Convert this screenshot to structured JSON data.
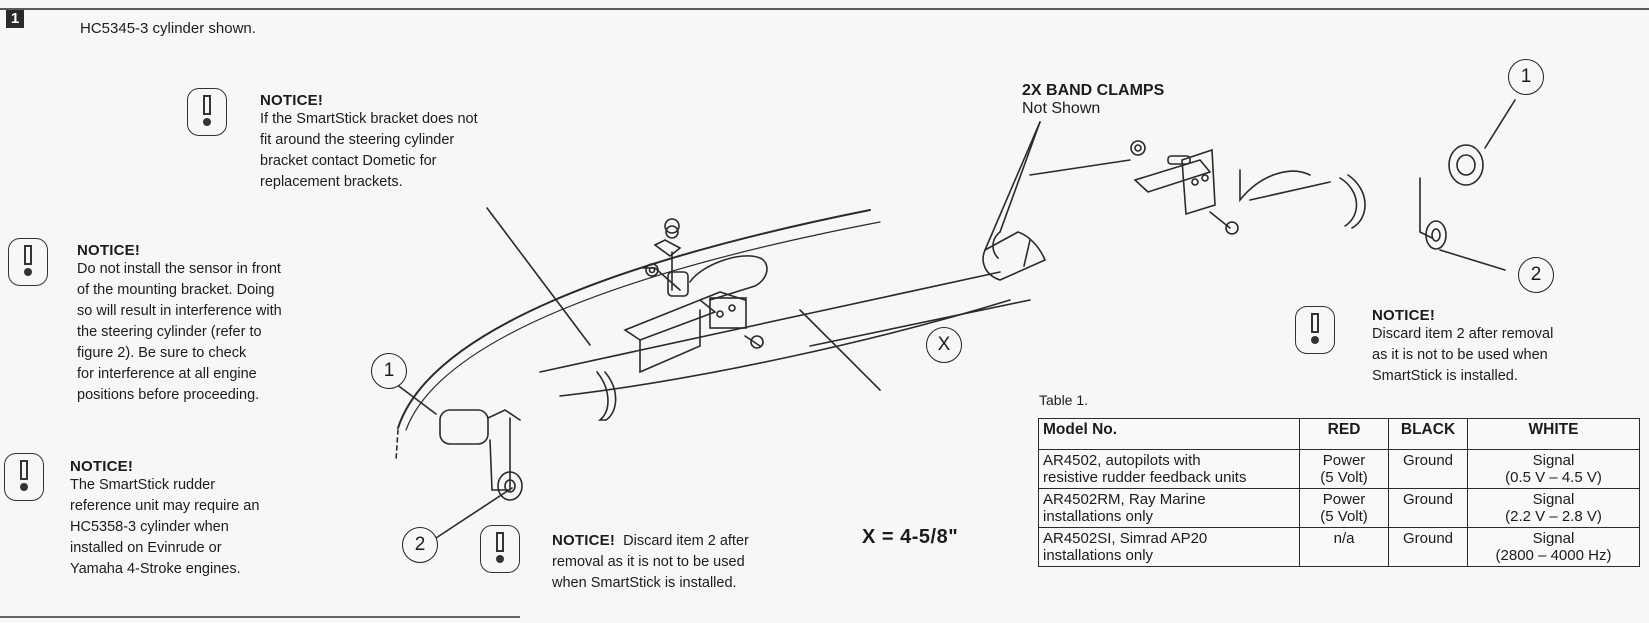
{
  "step": {
    "number": "1"
  },
  "caption": "HC5345-3 cylinder shown.",
  "notices": {
    "bracket": {
      "title": "NOTICE!",
      "lines": [
        "If the SmartStick bracket does not",
        "fit around the steering cylinder",
        "bracket contact Dometic for",
        "replacement brackets."
      ]
    },
    "sensor": {
      "title": "NOTICE!",
      "lines": [
        "Do not install the sensor in front",
        "of the mounting bracket. Doing",
        "so will result in interference with",
        "the steering cylinder (refer to",
        "figure 2).  Be sure to check",
        "for interference at all engine",
        "positions before proceeding."
      ]
    },
    "rudder": {
      "title": "NOTICE!",
      "lines": [
        "The SmartStick rudder",
        "reference unit may require an",
        "HC5358-3 cylinder when",
        "installed on Evinrude or",
        "Yamaha 4-Stroke engines."
      ]
    },
    "discard_left": {
      "title": "NOTICE!",
      "line1_rest": "Discard item 2 after",
      "lines": [
        "removal as it is not to be used",
        "when SmartStick is installed."
      ]
    },
    "discard_right": {
      "title": "NOTICE!",
      "lines": [
        "Discard item 2 after removal",
        "as it is not to be used when",
        "SmartStick is installed."
      ]
    }
  },
  "callouts": {
    "item1": "1",
    "item2": "2",
    "x": "X"
  },
  "band_clamps": {
    "title": "2X BAND CLAMPS",
    "subtitle": "Not Shown"
  },
  "x_measure": "X = 4-5/8\"",
  "table": {
    "label": "Table 1.",
    "headers": [
      "Model No.",
      "RED",
      "BLACK",
      "WHITE"
    ],
    "rows": [
      {
        "model": [
          "AR4502, autopilots with",
          "resistive rudder feedback units"
        ],
        "red": [
          "Power",
          "(5 Volt)"
        ],
        "black": "Ground",
        "white": [
          "Signal",
          "(0.5 V – 4.5 V)"
        ]
      },
      {
        "model": [
          "AR4502RM, Ray Marine",
          "installations only"
        ],
        "red": [
          "Power",
          "(5 Volt)"
        ],
        "black": "Ground",
        "white": [
          "Signal",
          "(2.2 V – 2.8 V)"
        ]
      },
      {
        "model": [
          "AR4502SI, Simrad AP20",
          "installations only"
        ],
        "red": [
          "n/a"
        ],
        "black": "Ground",
        "white": [
          "Signal",
          "(2800 – 4000 Hz)"
        ]
      }
    ]
  },
  "icons": [
    "notice-exclamation-icon"
  ]
}
